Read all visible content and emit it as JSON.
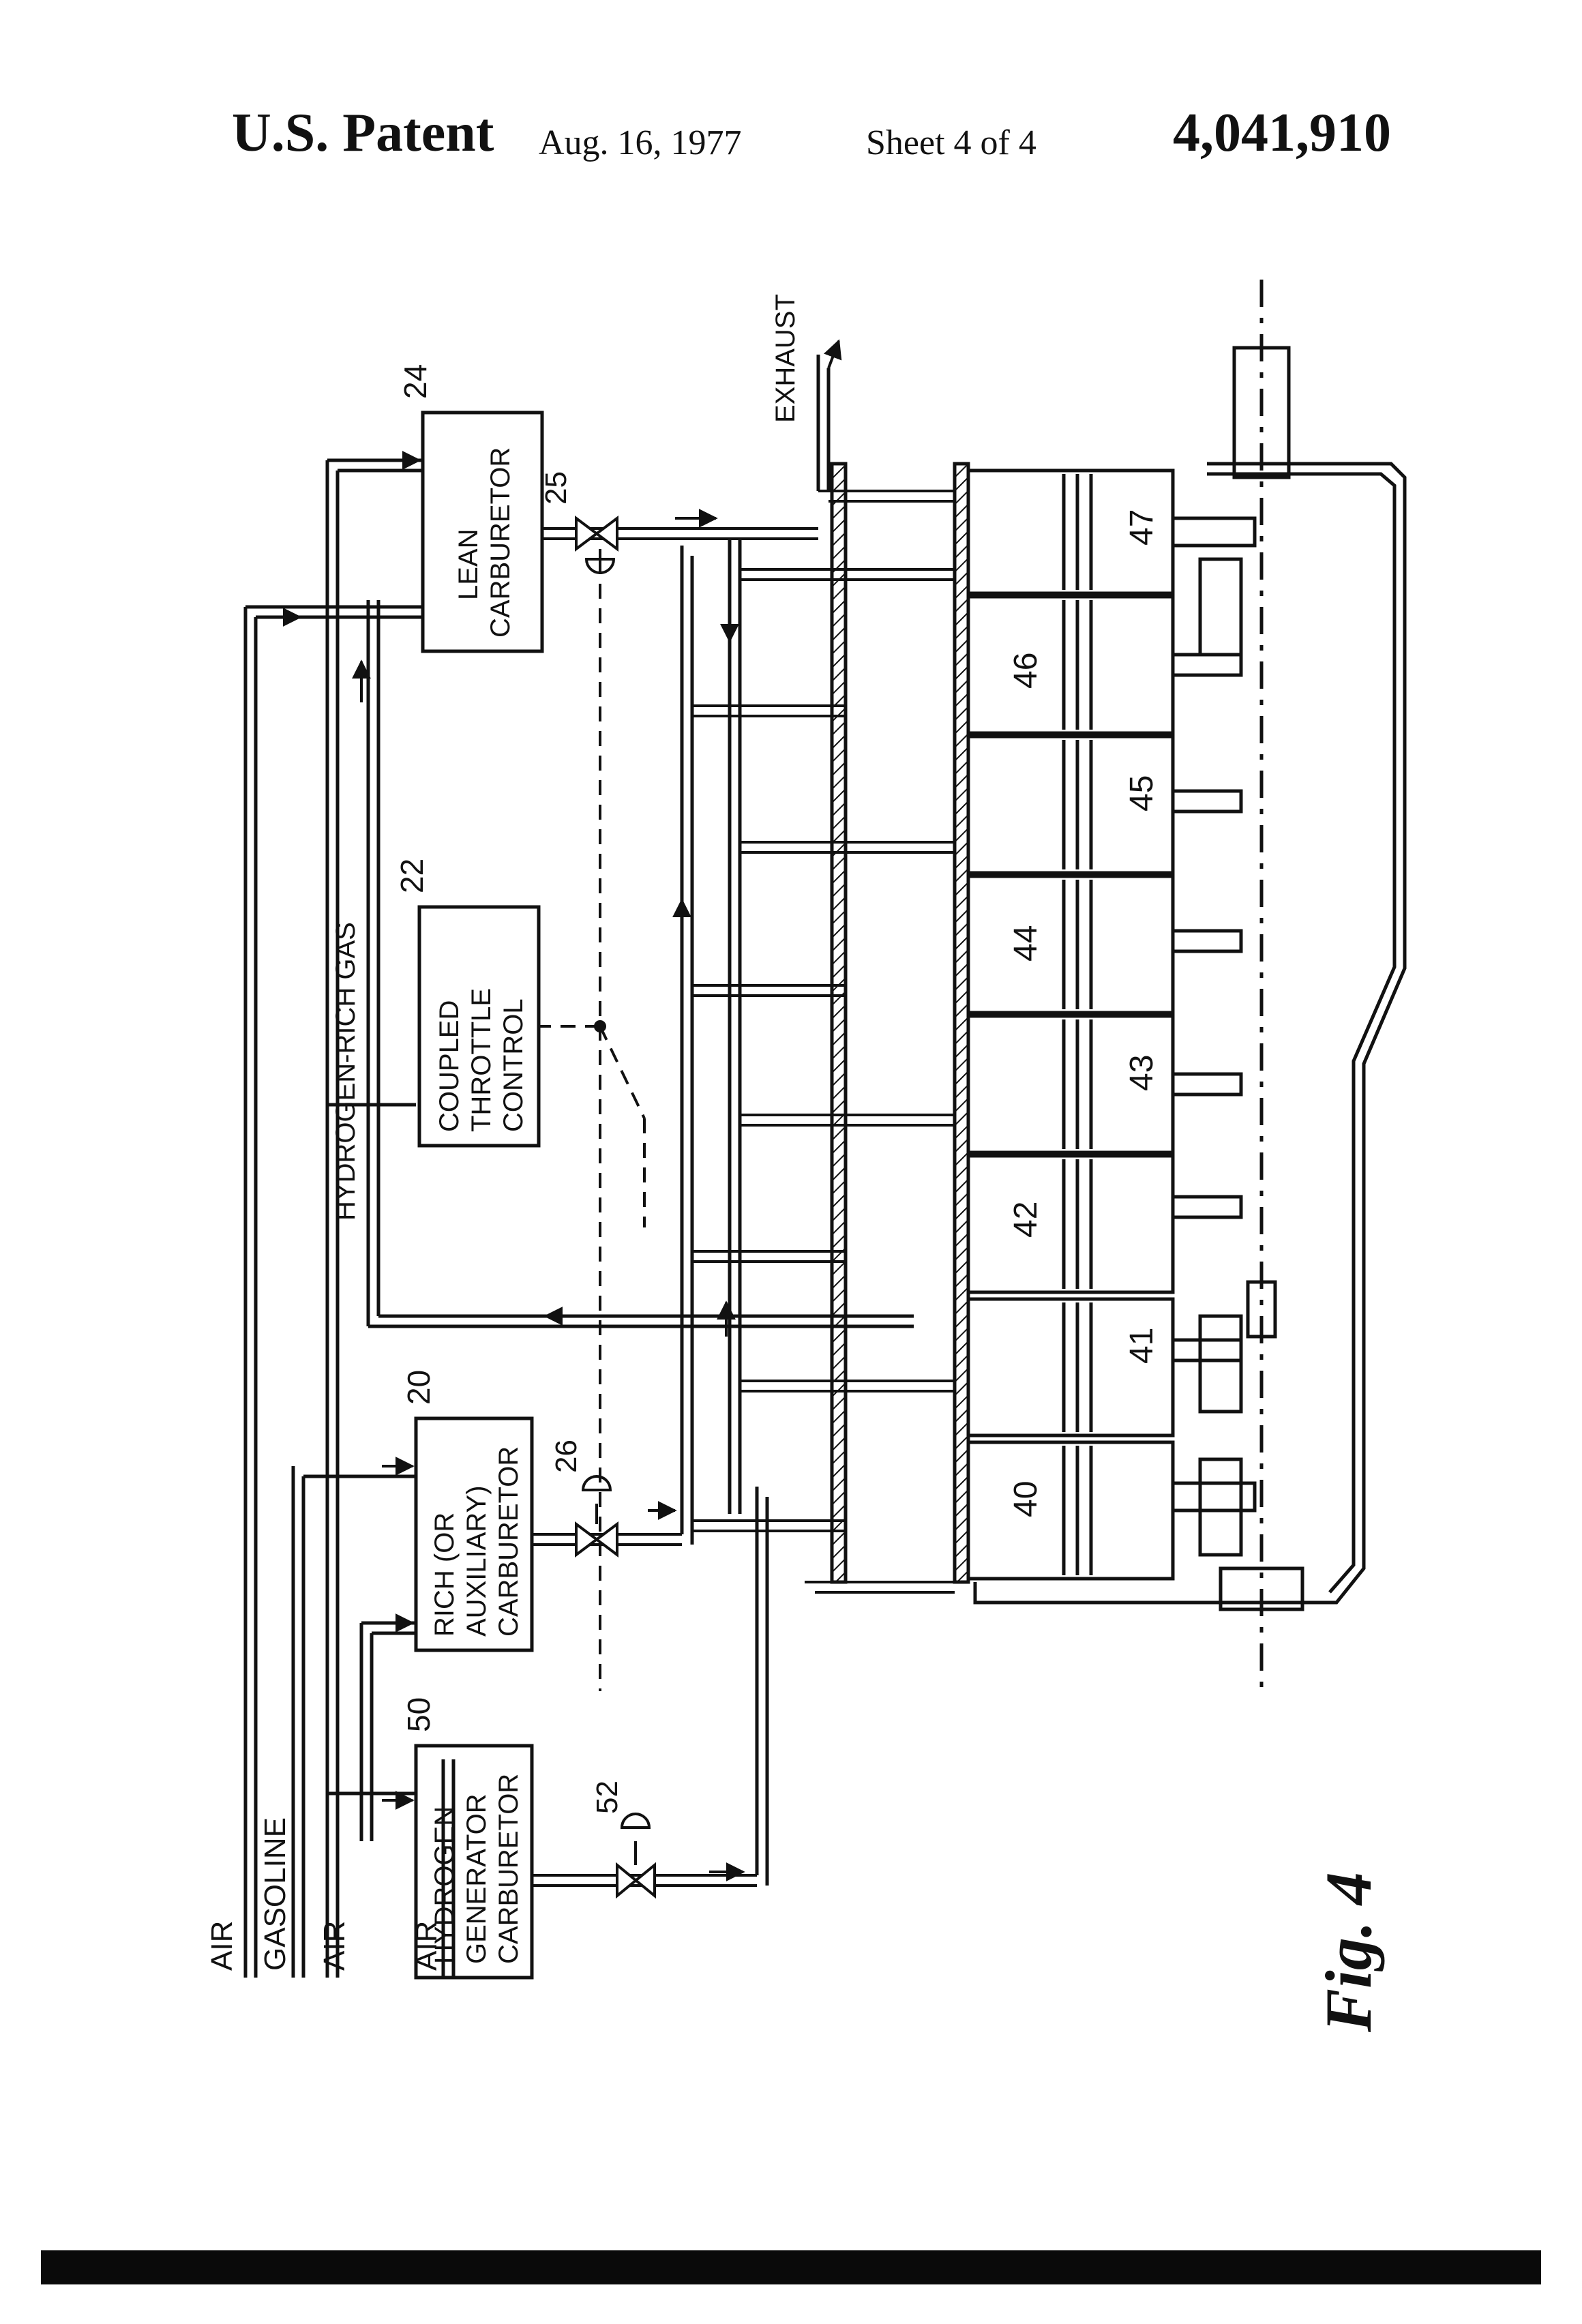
{
  "header": {
    "patent_label": "U.S. Patent",
    "date": "Aug. 16, 1977",
    "sheet": "Sheet 4 of 4",
    "patent_number": "4,041,910"
  },
  "inputs": {
    "air_1": "AIR",
    "gasoline": "GASOLINE",
    "air_2": "AIR",
    "air_3": "AIR"
  },
  "blocks": {
    "hydrogen_generator": {
      "lines": [
        "HYDROGEN",
        "GENERATOR",
        "CARBURETOR"
      ],
      "ref": "50"
    },
    "rich_carburetor": {
      "lines": [
        "RICH (OR",
        "AUXILIARY)",
        "CARBURETOR"
      ],
      "ref": "20"
    },
    "coupled_throttle": {
      "lines": [
        "COUPLED",
        "THROTTLE",
        "CONTROL"
      ],
      "ref": "22"
    },
    "lean_carburetor": {
      "lines": [
        "LEAN",
        "CARBURETOR"
      ],
      "ref": "24"
    }
  },
  "valves": {
    "v52": "52",
    "v26": "26",
    "v25": "25"
  },
  "flow_labels": {
    "hydrogen_rich_gas": "HYDROGEN-RICH GAS",
    "exhaust": "EXHAUST"
  },
  "cylinders": [
    "40",
    "41",
    "42",
    "43",
    "44",
    "45",
    "46",
    "47"
  ],
  "figure_label": "Fig. 4"
}
